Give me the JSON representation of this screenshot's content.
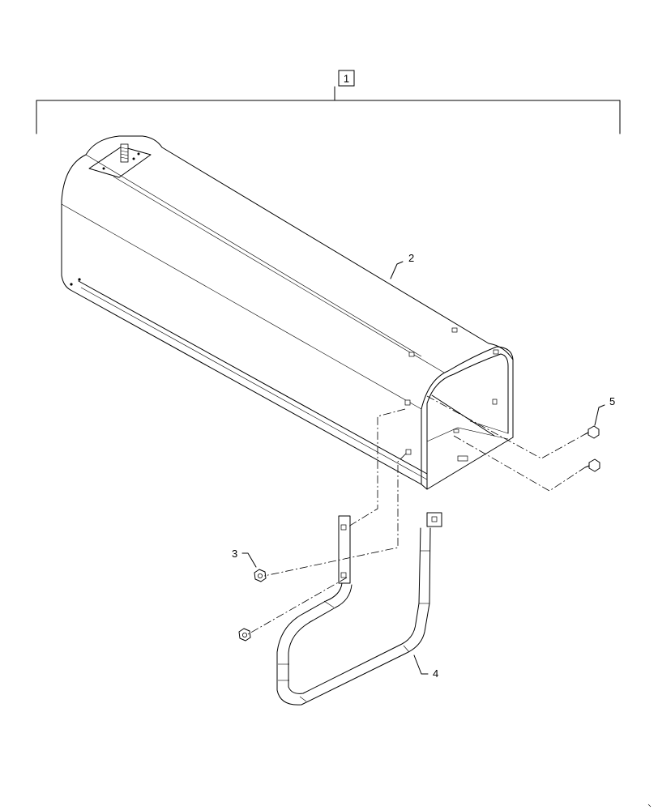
{
  "diagram": {
    "callouts": {
      "assembly": "1",
      "shield": "2",
      "nut": "3",
      "handle": "4",
      "bolt": "5"
    }
  }
}
